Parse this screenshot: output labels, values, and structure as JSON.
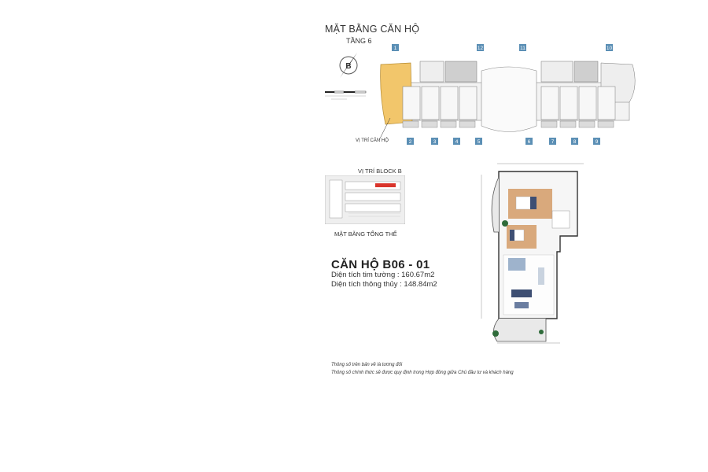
{
  "header": {
    "title": "MẶT BẰNG CĂN HỘ",
    "floor": "TẦNG 6"
  },
  "compass": {
    "letter": "B"
  },
  "floor_plan": {
    "unit_numbers_top": [
      "1",
      "12",
      "11",
      "10"
    ],
    "unit_numbers_bottom": [
      "2",
      "3",
      "4",
      "5",
      "6",
      "7",
      "8",
      "9"
    ],
    "highlight_color": "#f2c66b",
    "tag_color": "#5b8fb5",
    "position_label": "VỊ TRÍ CĂN HỘ"
  },
  "site": {
    "block_label": "VỊ TRÍ BLOCK B",
    "site_plan_label": "MẶT BẰNG TỔNG THỂ"
  },
  "apartment": {
    "name": "CĂN HỘ B06 - 01",
    "area_wall": "Diện tích tim tường : 160.67m2",
    "area_clear": "Diện tích thông thủy : 148.84m2"
  },
  "notes": {
    "line1": "Thông số trên bản vẽ là tương đối",
    "line2": "Thông số chính thức sẽ được quy định trong Hợp đồng giữa Chủ đầu tư và khách hàng"
  }
}
